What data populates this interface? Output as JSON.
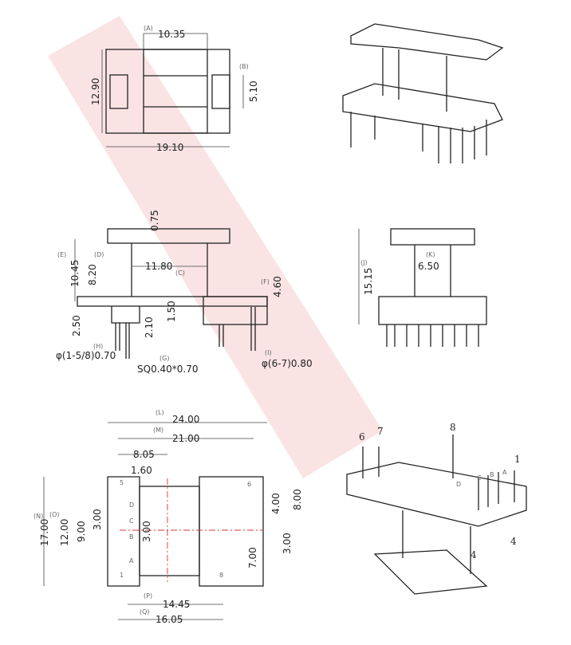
{
  "top_view": {
    "a_label": "(A)",
    "a": "10.35",
    "b_label": "(B)",
    "b": "5.10",
    "height": "12.90",
    "width": "19.10"
  },
  "side_view": {
    "t": "0.75",
    "e_label": "(E)",
    "e": "10.45",
    "d_label": "(D)",
    "d": "8.20",
    "c": "11.80",
    "c_label": "(C)",
    "f_label": "(F)",
    "f": "4.60",
    "h1": "2.50",
    "h2": "2.10",
    "h3": "1.50",
    "h_label": "(H)",
    "pin1": "φ(1-5/8)0.70",
    "g_label": "(G)",
    "pin2": "SQ0.40*0.70",
    "i_label": "(I)",
    "pin3": "φ(6-7)0.80"
  },
  "front_view": {
    "j_label": "(J)",
    "j": "15.15",
    "k_label": "(K)",
    "k": "6.50"
  },
  "bottom_view": {
    "l_label": "(L)",
    "l": "24.00",
    "m_label": "(M)",
    "m": "21.00",
    "w1": "8.05",
    "w2": "1.60",
    "n_label": "(N)",
    "n": "17.00",
    "o_label": "(O)",
    "o": "12.00",
    "v1": "9.00",
    "v2": "3.00",
    "v3": "3.00",
    "r1": "4.00",
    "r2": "8.00",
    "r3": "3.00",
    "r4": "7.00",
    "p_label": "(P)",
    "p": "14.45",
    "q_label": "(Q)",
    "q": "16.05",
    "pins": [
      "A",
      "B",
      "C",
      "D",
      "1",
      "5",
      "6",
      "8"
    ]
  },
  "iso_view": {
    "pins": [
      "6",
      "7",
      "8",
      "1",
      "A",
      "B",
      "C",
      "D",
      "4",
      "4"
    ]
  }
}
